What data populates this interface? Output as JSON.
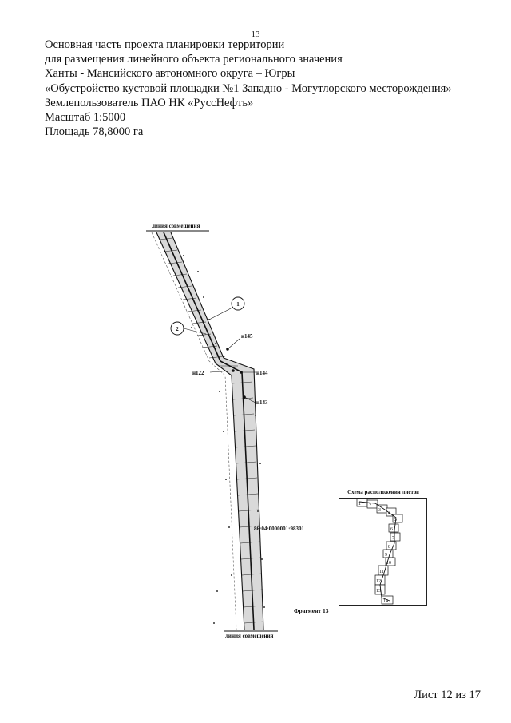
{
  "page_number": "13",
  "header": {
    "line1": "Основная часть проекта планировки территории",
    "line2": "для размещения линейного объекта  регионального значения",
    "line3": " Ханты - Мансийского автономного  округа – Югры",
    "line4": "«Обустройство кустовой площадки №1 Западно - Могутлорского месторождения»",
    "line5": "Землепользователь  ПАО НК «РуссНефть»",
    "line6": "Масштаб 1:5000",
    "line7": "Площадь 78,8000 га"
  },
  "map": {
    "top_label": "линия совмещения",
    "bottom_label": "линия совмещения",
    "circle1": "1",
    "circle2": "2",
    "point_n145": "н145",
    "point_n144": "н144",
    "point_n143": "н143",
    "point_n122": "н122",
    "cadastral_number": "86:04:0000001:98301"
  },
  "inset": {
    "title": "Схема расположения листов",
    "fragment_label": "Фрагмент 13",
    "sheets": [
      "1",
      "2",
      "3",
      "4",
      "5",
      "6",
      "7",
      "8",
      "9",
      "10",
      "11",
      "12",
      "13",
      "14"
    ]
  },
  "footer": "Лист 12 из 17"
}
